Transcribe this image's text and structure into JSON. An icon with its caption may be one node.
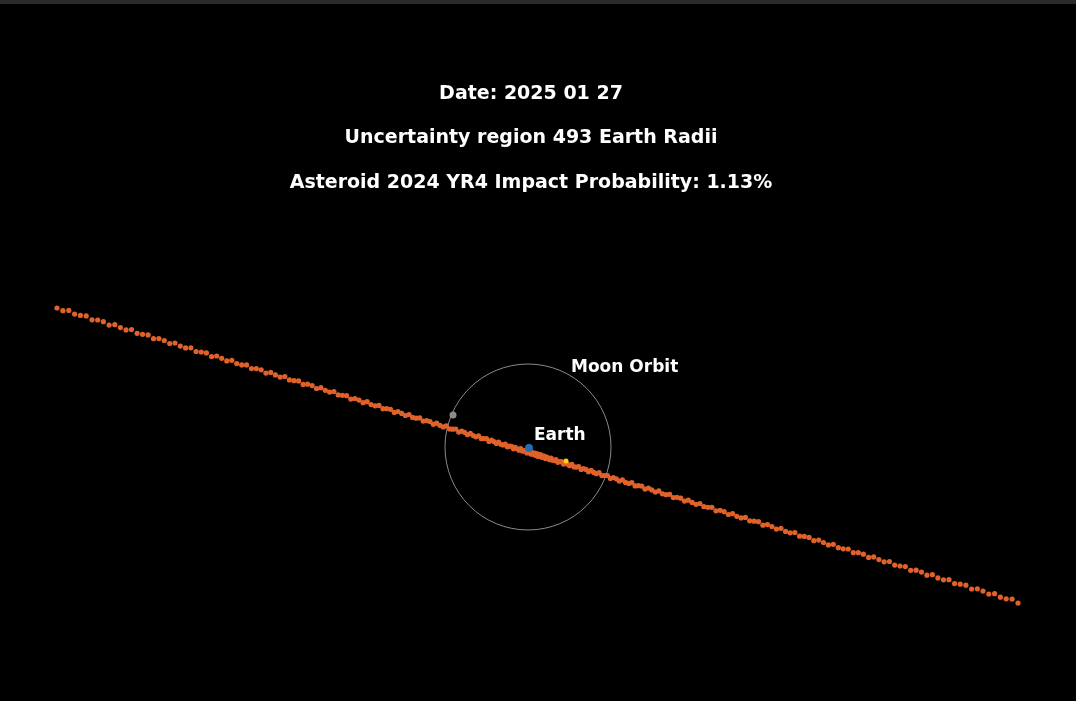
{
  "diagram": {
    "title": "Date: 2025 01 27",
    "labels": [
      "Uncertainty region 493 Earth Radii",
      "Asteroid 2024 YR4 Impact Probability: 1.13%",
      "Moon Orbit",
      "Earth"
    ]
  }
}
